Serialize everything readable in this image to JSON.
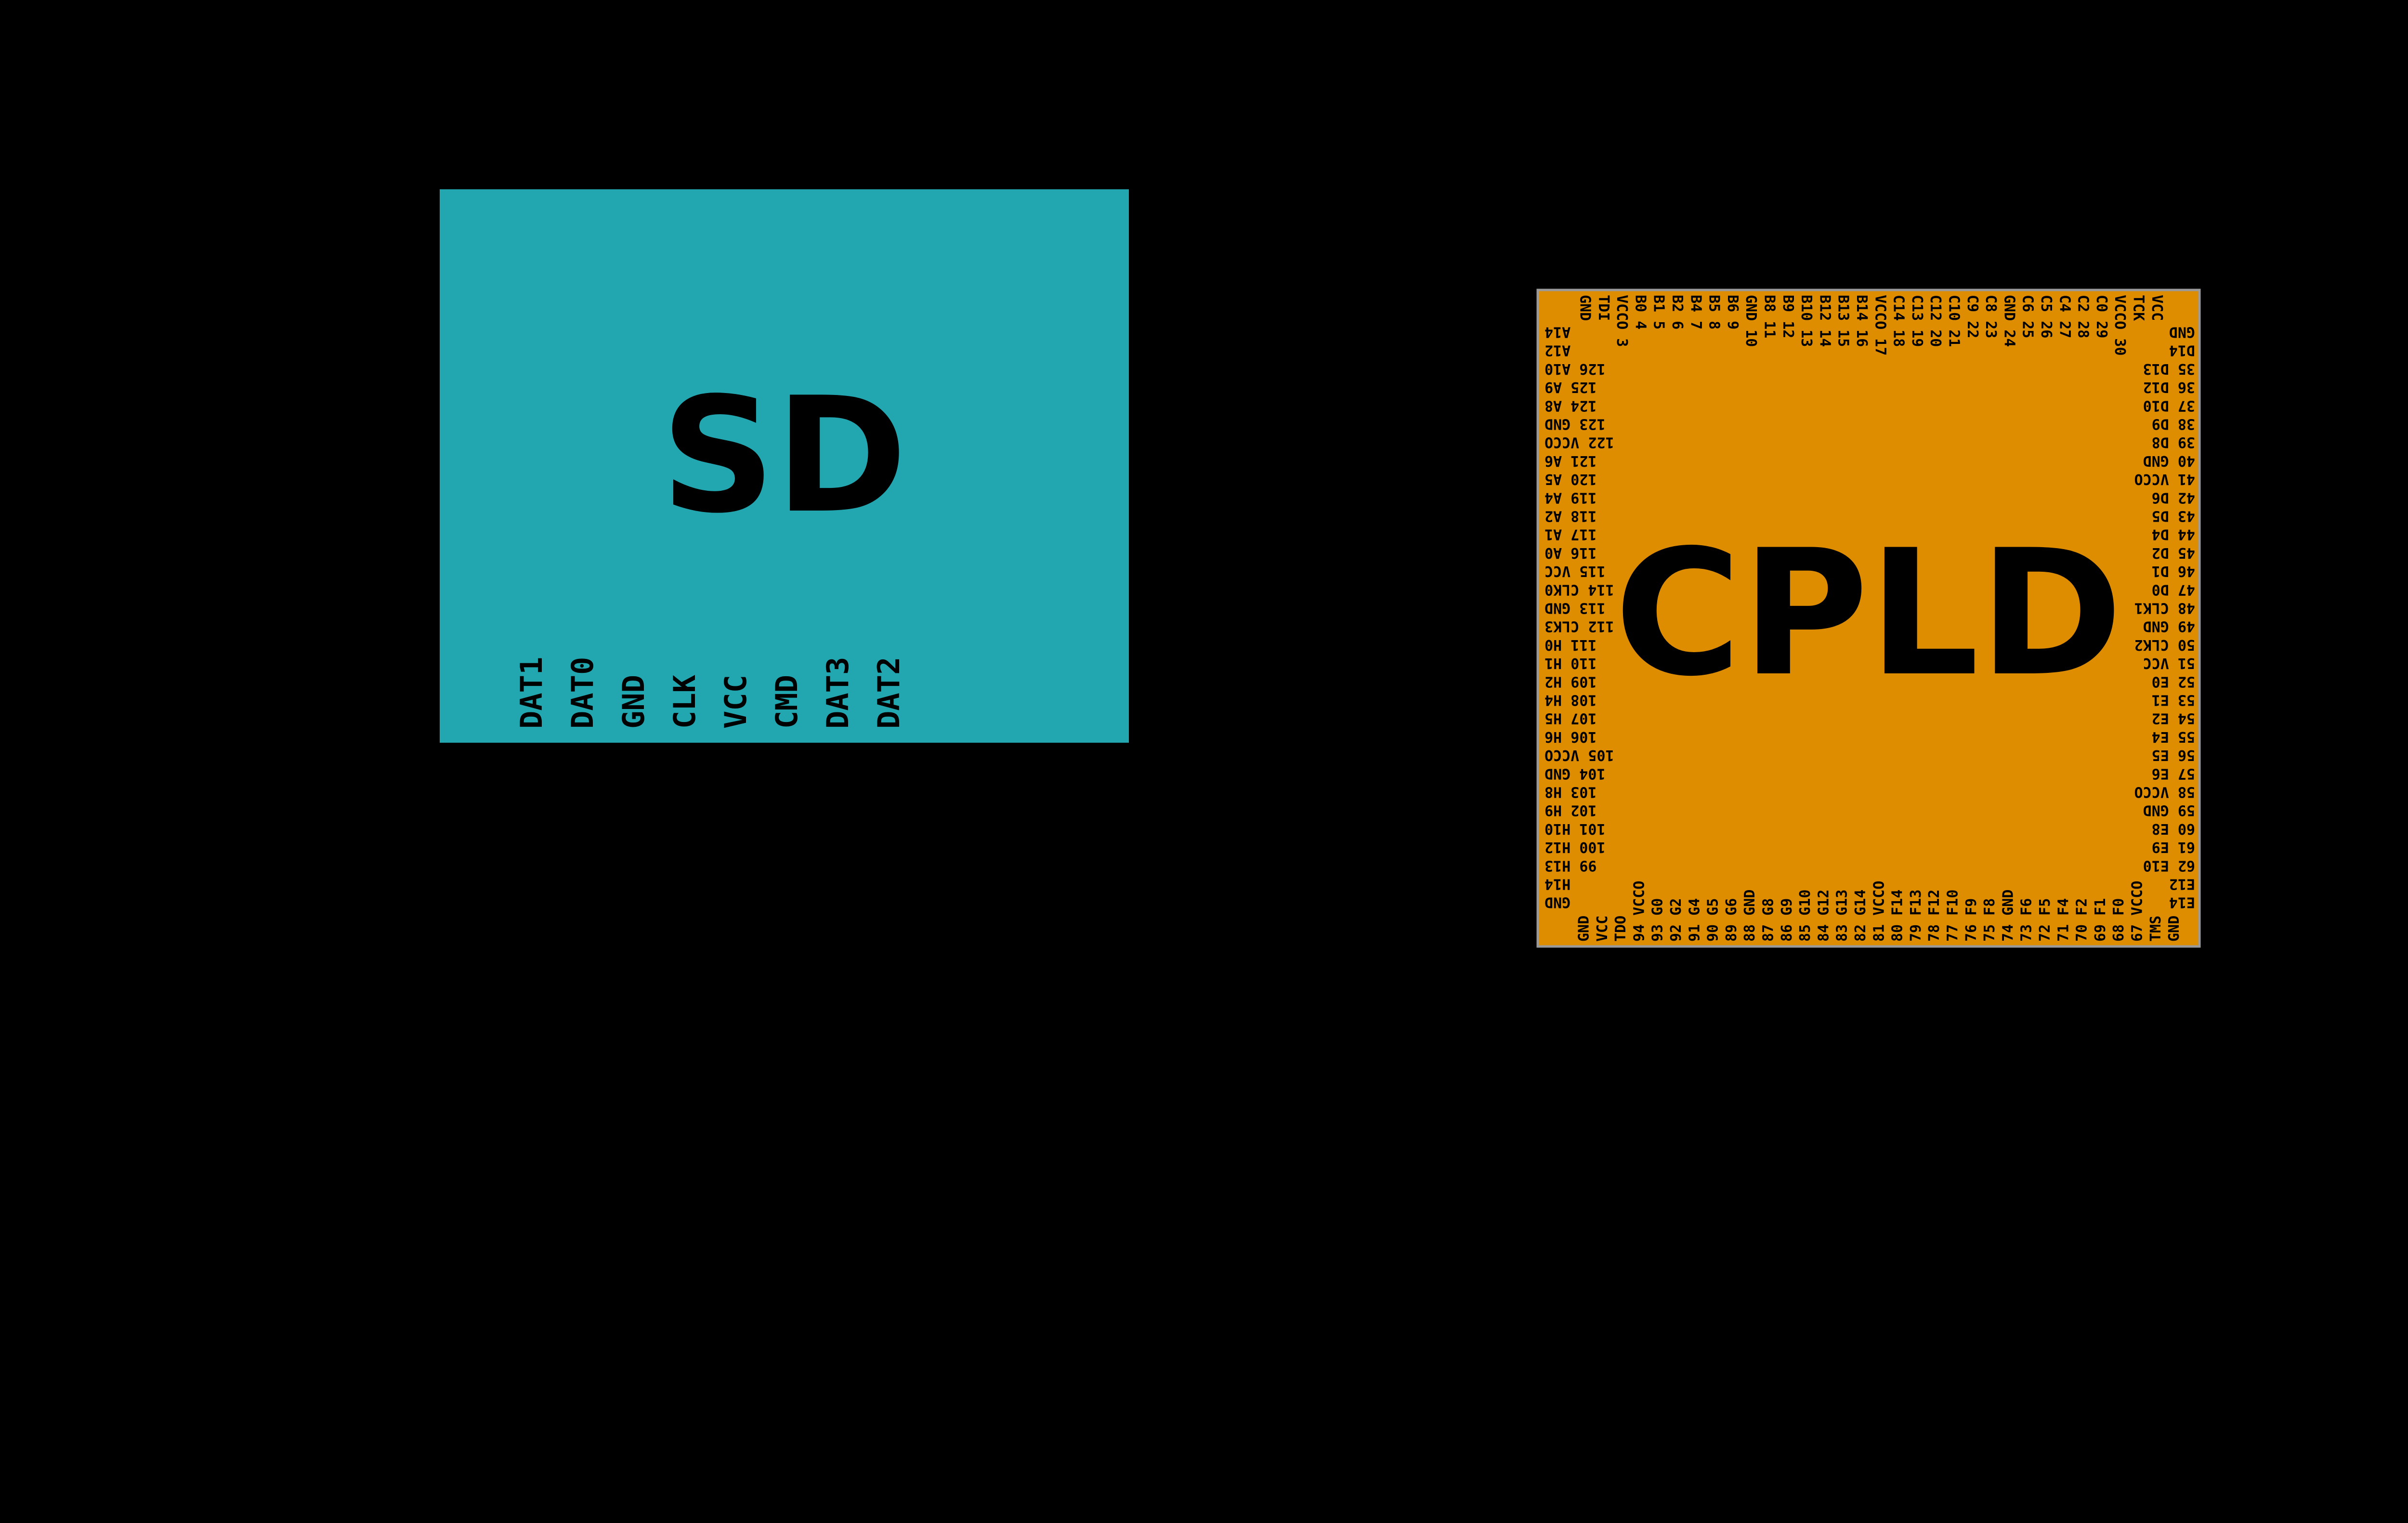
{
  "colors": {
    "background": "#000000",
    "sd_fill": "#22a7b1",
    "cpld_fill": "#de8c00",
    "cpld_stroke": "#9a9a9a",
    "text": "#000000"
  },
  "sd": {
    "title": "SD",
    "pins": [
      "DAT1",
      "DAT0",
      "GND",
      "CLK",
      "VCC",
      "CMD",
      "DAT3",
      "DAT2"
    ]
  },
  "cpld": {
    "title": "CPLD",
    "top_pins": [
      "GND",
      "TDI",
      "VCCO 3",
      "B0 4",
      "B1 5",
      "B2 6",
      "B4 7",
      "B5 8",
      "B6 9",
      "GND 10",
      "B8 11",
      "B9 12",
      "B10 13",
      "B12 14",
      "B13 15",
      "B14 16",
      "VCCO 17",
      "C14 18",
      "C13 19",
      "C12 20",
      "C10 21",
      "C9 22",
      "C8 23",
      "GND 24",
      "C6 25",
      "C5 26",
      "C4 27",
      "C2 28",
      "C0 29",
      "VCCO 30",
      "TCK",
      "VCC"
    ],
    "bottom_pins": [
      "GND",
      "VCC",
      "TDO",
      "94 VCCO",
      "93 G0",
      "92 G2",
      "91 G4",
      "90 G5",
      "89 G6",
      "88 GND",
      "87 G8",
      "86 G9",
      "85 G10",
      "84 G12",
      "83 G13",
      "82 G14",
      "81 VCCO",
      "80 F14",
      "79 F13",
      "78 F12",
      "77 F10",
      "76 F9",
      "75 F8",
      "74 GND",
      "73 F6",
      "72 F5",
      "71 F4",
      "70 F2",
      "69 F1",
      "68 F0",
      "67 VCCO",
      "TMS",
      "GND"
    ],
    "left_pins": [
      "A14",
      "A12",
      "126 A10",
      "125 A9",
      "124 A8",
      "123 GND",
      "122 VCCO",
      "121 A6",
      "120 A5",
      "119 A4",
      "118 A2",
      "117 A1",
      "116 A0",
      "115 VCC",
      "114 CLK0",
      "113 GND",
      "112 CLK3",
      "111 H0",
      "110 H1",
      "109 H2",
      "108 H4",
      "107 H5",
      "106 H6",
      "105 VCCO",
      "104 GND",
      "103 H8",
      "102 H9",
      "101 H10",
      "100 H12",
      "99 H13",
      "H14",
      "GND"
    ],
    "right_pins": [
      "GND",
      "D14",
      "35 D13",
      "36 D12",
      "37 D10",
      "38 D9",
      "39 D8",
      "40 GND",
      "41 VCCO",
      "42 D6",
      "43 D5",
      "44 D4",
      "45 D2",
      "46 D1",
      "47 D0",
      "48 CLK1",
      "49 GND",
      "50 CLK2",
      "51 VCC",
      "52 E0",
      "53 E1",
      "54 E2",
      "55 E4",
      "56 E5",
      "57 E6",
      "58 VCCO",
      "59 GND",
      "60 E8",
      "61 E9",
      "62 E10",
      "E12",
      "E14"
    ]
  }
}
